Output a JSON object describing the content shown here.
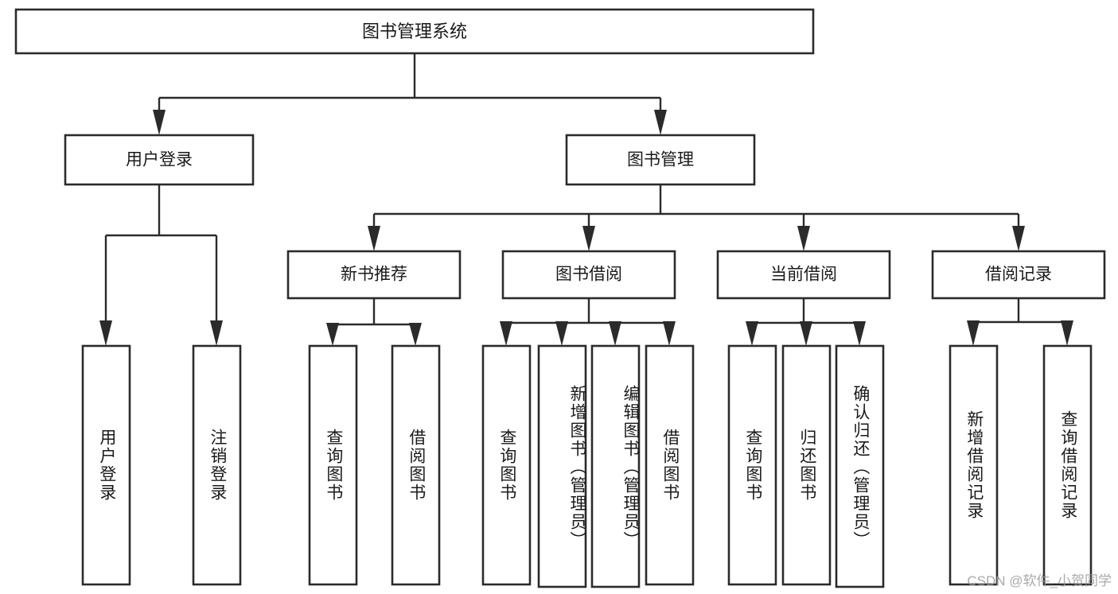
{
  "diagram": {
    "type": "tree",
    "title": "图书管理系统",
    "watermark": "CSDN @软件_小贺同学",
    "colors": {
      "background": "#ffffff",
      "stroke": "#2b2b2b",
      "text": "#1a1a1a",
      "watermark": "#9b9b9b"
    },
    "levels": {
      "root": {
        "label": "图书管理系统"
      },
      "level2": [
        {
          "id": "user-login",
          "label": "用户登录"
        },
        {
          "id": "book-management",
          "label": "图书管理"
        }
      ],
      "level3": [
        {
          "id": "new-book-recommend",
          "label": "新书推荐",
          "parent": "book-management"
        },
        {
          "id": "book-borrow",
          "label": "图书借阅",
          "parent": "book-management"
        },
        {
          "id": "current-borrow",
          "label": "当前借阅",
          "parent": "book-management"
        },
        {
          "id": "borrow-record",
          "label": "借阅记录",
          "parent": "book-management"
        }
      ],
      "leaves": [
        {
          "id": "leaf-user-login",
          "label": "用户登录",
          "parent": "user-login"
        },
        {
          "id": "leaf-logout-login",
          "label": "注销登录",
          "parent": "user-login"
        },
        {
          "id": "leaf-query-book-1",
          "label": "查询图书",
          "parent": "new-book-recommend"
        },
        {
          "id": "leaf-borrow-book-1",
          "label": "借阅图书",
          "parent": "new-book-recommend"
        },
        {
          "id": "leaf-query-book-2",
          "label": "查询图书",
          "parent": "book-borrow"
        },
        {
          "id": "leaf-add-book",
          "label": "新增图书（管理员）",
          "parent": "book-borrow"
        },
        {
          "id": "leaf-edit-book",
          "label": "编辑图书（管理员）",
          "parent": "book-borrow"
        },
        {
          "id": "leaf-borrow-book-2",
          "label": "借阅图书",
          "parent": "book-borrow"
        },
        {
          "id": "leaf-query-book-3",
          "label": "查询图书",
          "parent": "current-borrow"
        },
        {
          "id": "leaf-return-book",
          "label": "归还图书",
          "parent": "current-borrow"
        },
        {
          "id": "leaf-confirm-return",
          "label": "确认归还（管理员）",
          "parent": "current-borrow"
        },
        {
          "id": "leaf-add-record",
          "label": "新增借阅记录",
          "parent": "borrow-record"
        },
        {
          "id": "leaf-query-record",
          "label": "查询借阅记录",
          "parent": "borrow-record"
        }
      ]
    }
  }
}
